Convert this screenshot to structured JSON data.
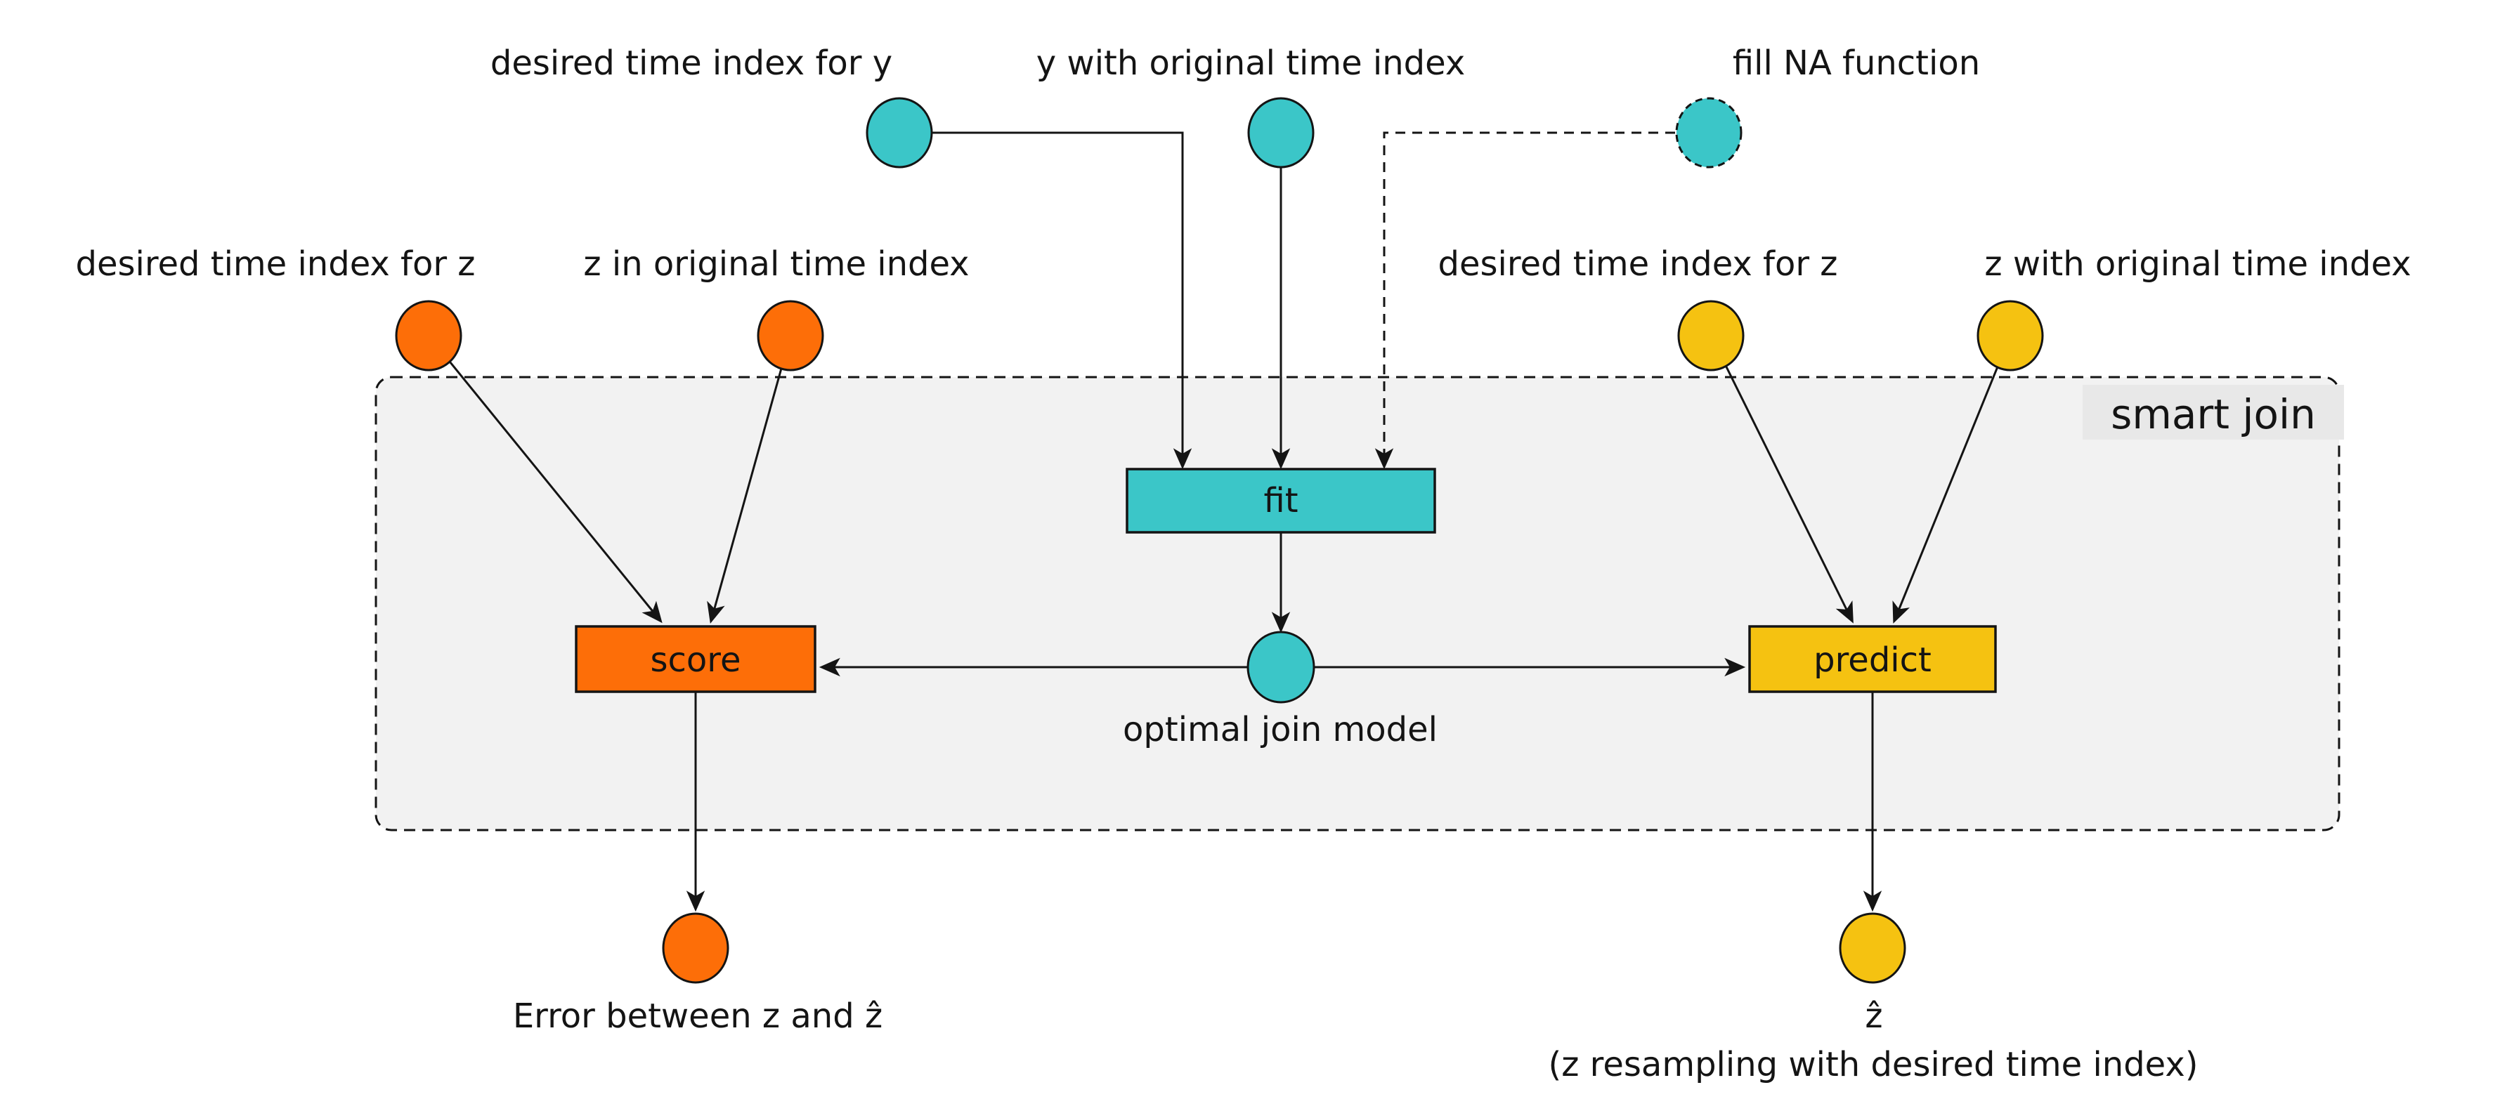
{
  "diagram": {
    "container_label": "smart join",
    "colors": {
      "teal": "#3bc6c8",
      "orange": "#fd6e08",
      "yellow": "#f5c211",
      "container_fill": "#f2f2f2",
      "container_label_bg": "#e8e8e8",
      "line": "#141414",
      "background": "#ffffff"
    },
    "inputs": {
      "desired_y": "desired time index for y",
      "y_original": "y with original time index",
      "fill_na": "fill NA function",
      "desired_z_left": "desired time index for z",
      "z_original_left": "z in original time index",
      "desired_z_right": "desired time index for z",
      "z_original_right": "z with original time index"
    },
    "operations": {
      "fit": "fit",
      "score": "score",
      "predict": "predict"
    },
    "intermediates": {
      "optimal_join_model": "optimal join model"
    },
    "outputs": {
      "error": "Error between z and ẑ",
      "z_hat": "ẑ",
      "z_hat_caption": "(z resampling with desired time index)"
    }
  }
}
